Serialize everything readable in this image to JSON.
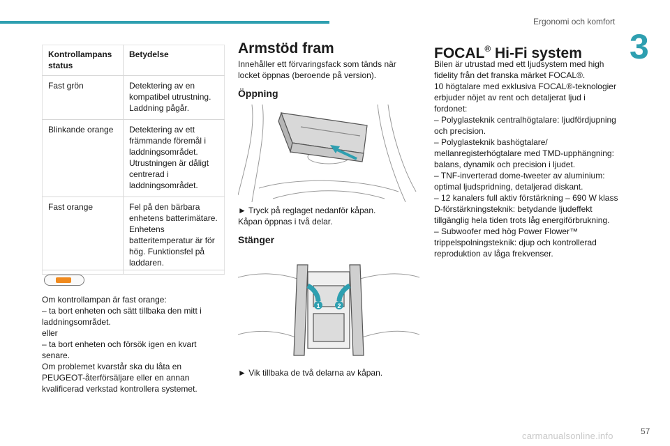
{
  "header": {
    "section": "Ergonomi och komfort",
    "chapter": "3"
  },
  "footer": {
    "page": "57",
    "watermark": "carmanualsonline.info"
  },
  "table": {
    "headers": [
      "Kontrollampans status",
      "Betydelse"
    ],
    "rows": [
      {
        "status": "Fast grön",
        "meaning": "Detektering av en kompatibel utrustning. Laddning pågår."
      },
      {
        "status": "Blinkande orange",
        "meaning": "Detektering av ett främmande föremål i laddningsområdet. Utrustningen är dåligt centrerad i laddningsområdet."
      },
      {
        "status": "Fast orange",
        "meaning": "Fel på den bärbara enhetens batterimätare. Enhetens batteritemperatur är för hög. Funktionsfel på laddaren."
      }
    ]
  },
  "warning": {
    "icon": "charging-indicator-icon",
    "lines": [
      "Om kontrollampan är fast orange:",
      "– ta bort enheten och sätt tillbaka den mitt i laddningsområdet.",
      "eller",
      "– ta bort enheten och försök igen en kvart senare.",
      "Om problemet kvarstår ska du låta en PEUGEOT-återförsäljare eller en annan kvalificerad verkstad kontrollera systemet."
    ]
  },
  "armrest": {
    "title": "Armstöd fram",
    "intro": "Innehåller ett förvaringsfack som tänds när locket öppnas (beroende på version).",
    "opening_title": "Öppning",
    "opening_step": "► Tryck på reglaget nedanför kåpan.",
    "opening_note": "Kåpan öppnas i två delar.",
    "closing_title": "Stänger",
    "closing_step": "► Vik tillbaka de två delarna av kåpan.",
    "badge1": "1",
    "badge2": "2"
  },
  "focal": {
    "title_main": "FOCAL",
    "title_sup": "®",
    "title_rest": " Hi-Fi system",
    "lines": [
      "Bilen är utrustad med ett ljudsystem med high fidelity från det franska märket FOCAL®.",
      "10 högtalare med exklusiva FOCAL®-teknologier erbjuder nöjet av rent och detaljerat ljud i fordonet:",
      "– Polyglasteknik centralhögtalare: ljudfördjupning och precision.",
      "– Polyglasteknik bashögtalare/ mellanregisterhögtalare med TMD-upphängning: balans, dynamik och precision i ljudet.",
      "– TNF-inverterad dome-tweeter av aluminium: optimal ljudspridning, detaljerad diskant.",
      "– 12 kanalers full aktiv förstärkning – 690 W klass D-förstärkningsteknik: betydande ljudeffekt tillgänglig hela tiden trots låg energiförbrukning.",
      "– Subwoofer med hög Power Flower™ trippelspolningsteknik: djup och kontrollerad reproduktion av låga frekvenser."
    ]
  },
  "colors": {
    "accent": "#2e9fb0",
    "warning": "#f08a1e"
  }
}
